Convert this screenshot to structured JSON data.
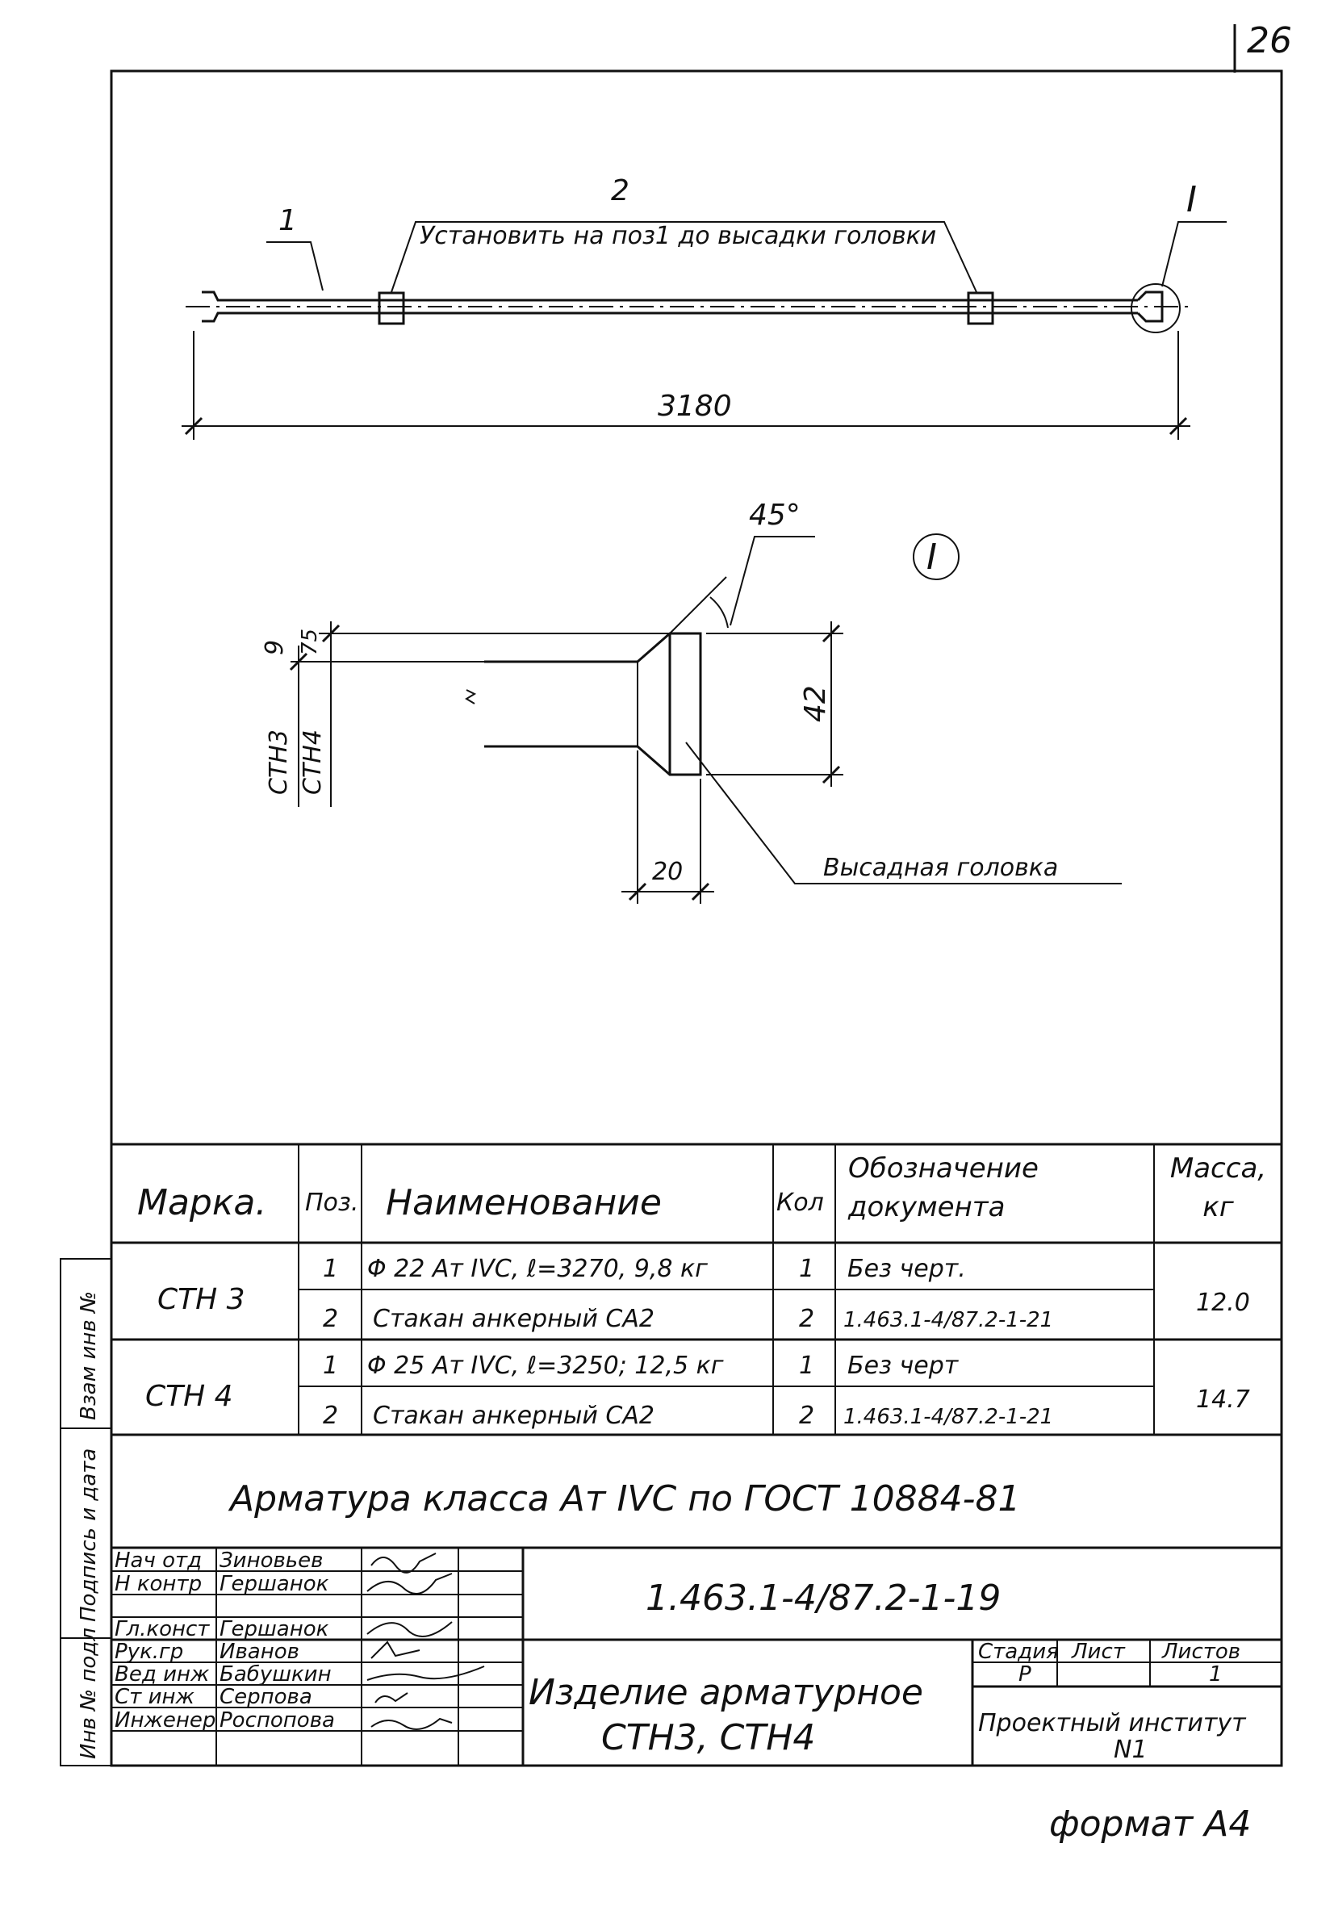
{
  "sheet": {
    "page_number": "26",
    "format_label": "формат А4"
  },
  "drawing": {
    "callout_pos1": "1",
    "callout_pos2": "2",
    "note_pos2": "Установить на поз1 до высадки головки",
    "detail_callout": "I",
    "overall_length": "3180",
    "detail_label": "I",
    "angle_label": "45°",
    "dim_9": "9",
    "dim_75": "75",
    "dim_42": "42",
    "dim_20": "20",
    "mark_sth3": "СТН3",
    "mark_sth4": "СТН4",
    "head_note": "Высадная головка"
  },
  "spec_table": {
    "headers": {
      "mark": "Марка.",
      "pos": "Поз.",
      "name": "Наименование",
      "qty": "Кол",
      "doc": "Обозначение документа",
      "mass": "Масса, кг"
    },
    "groups": [
      {
        "mark": "СТН 3",
        "mass": "12.0",
        "rows": [
          {
            "pos": "1",
            "name": "Φ 22 Ат IVС, ℓ=3270, 9,8 кг",
            "qty": "1",
            "doc": "Без черт."
          },
          {
            "pos": "2",
            "name": "Стакан анкерный  СА2",
            "qty": "2",
            "doc": "1.463.1-4/87.2-1-21"
          }
        ]
      },
      {
        "mark": "СТН 4",
        "mass": "14.7",
        "rows": [
          {
            "pos": "1",
            "name": "Φ 25 Ат IVС, ℓ=3250; 12,5 кг",
            "qty": "1",
            "doc": "Без черт"
          },
          {
            "pos": "2",
            "name": "Стакан анкерный  СА2",
            "qty": "2",
            "doc": "1.463.1-4/87.2-1-21"
          }
        ]
      }
    ],
    "note": "Арматура класса Ат IVС по ГОСТ 10884-81"
  },
  "title_block": {
    "doc_code": "1.463.1-4/87.2-1-19",
    "title_line1": "Изделие арматурное",
    "title_line2": "СТН3, СТН4",
    "stage_header": "Стадия",
    "sheet_header": "Лист",
    "sheets_header": "Листов",
    "stage": "Р",
    "sheet": "",
    "sheets": "1",
    "org_line1": "Проектный институт",
    "org_line2": "N1",
    "signatures": [
      {
        "role": "Нач отд",
        "name": "Зиновьев"
      },
      {
        "role": "Н контр",
        "name": "Гершанок"
      },
      {
        "role": "Гл.конст",
        "name": "Гершанок"
      },
      {
        "role": "Рук.гр",
        "name": "Иванов"
      },
      {
        "role": "Вед инж",
        "name": "Бабушкин"
      },
      {
        "role": "Ст инж",
        "name": "Серпова"
      },
      {
        "role": "Инженер",
        "name": "Роспопова"
      }
    ]
  },
  "side_stamp": {
    "inv": "Взам инв №",
    "sign": "Подпись и дата",
    "orig": "Инв № подл"
  }
}
